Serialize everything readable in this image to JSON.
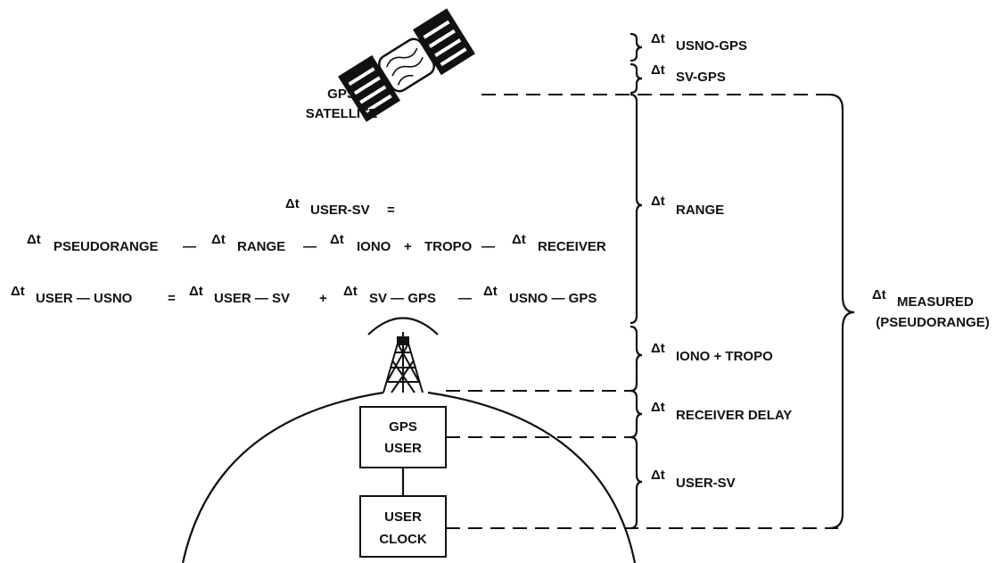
{
  "satellite": {
    "line1": "GPS",
    "line2": "SATELLITE"
  },
  "delta": "Δt",
  "eq1": {
    "lhs": "USER-SV",
    "eq": "="
  },
  "eq2": {
    "t1": "PSEUDORANGE",
    "op1": "—",
    "t2": "RANGE",
    "op2": "—",
    "t3": "IONO",
    "plus": "+",
    "t3b": "TROPO",
    "op3": "—",
    "t4": "RECEIVER"
  },
  "eq3": {
    "t1": "USER — USNO",
    "eq": "=",
    "t2": "USER — SV",
    "plus": "+",
    "t3": "SV — GPS",
    "op": "—",
    "t4": "USNO — GPS"
  },
  "user_box": {
    "line1": "GPS",
    "line2": "USER"
  },
  "clock_box": {
    "line1": "USER",
    "line2": "CLOCK"
  },
  "segments": {
    "usno_gps": "USNO-GPS",
    "sv_gps": "SV-GPS",
    "range": "RANGE",
    "iono_tropo": "IONO + TROPO",
    "receiver_delay": "RECEIVER DELAY",
    "user_sv": "USER-SV"
  },
  "measured": {
    "line1": "MEASURED",
    "line2": "(PSEUDORANGE)"
  }
}
